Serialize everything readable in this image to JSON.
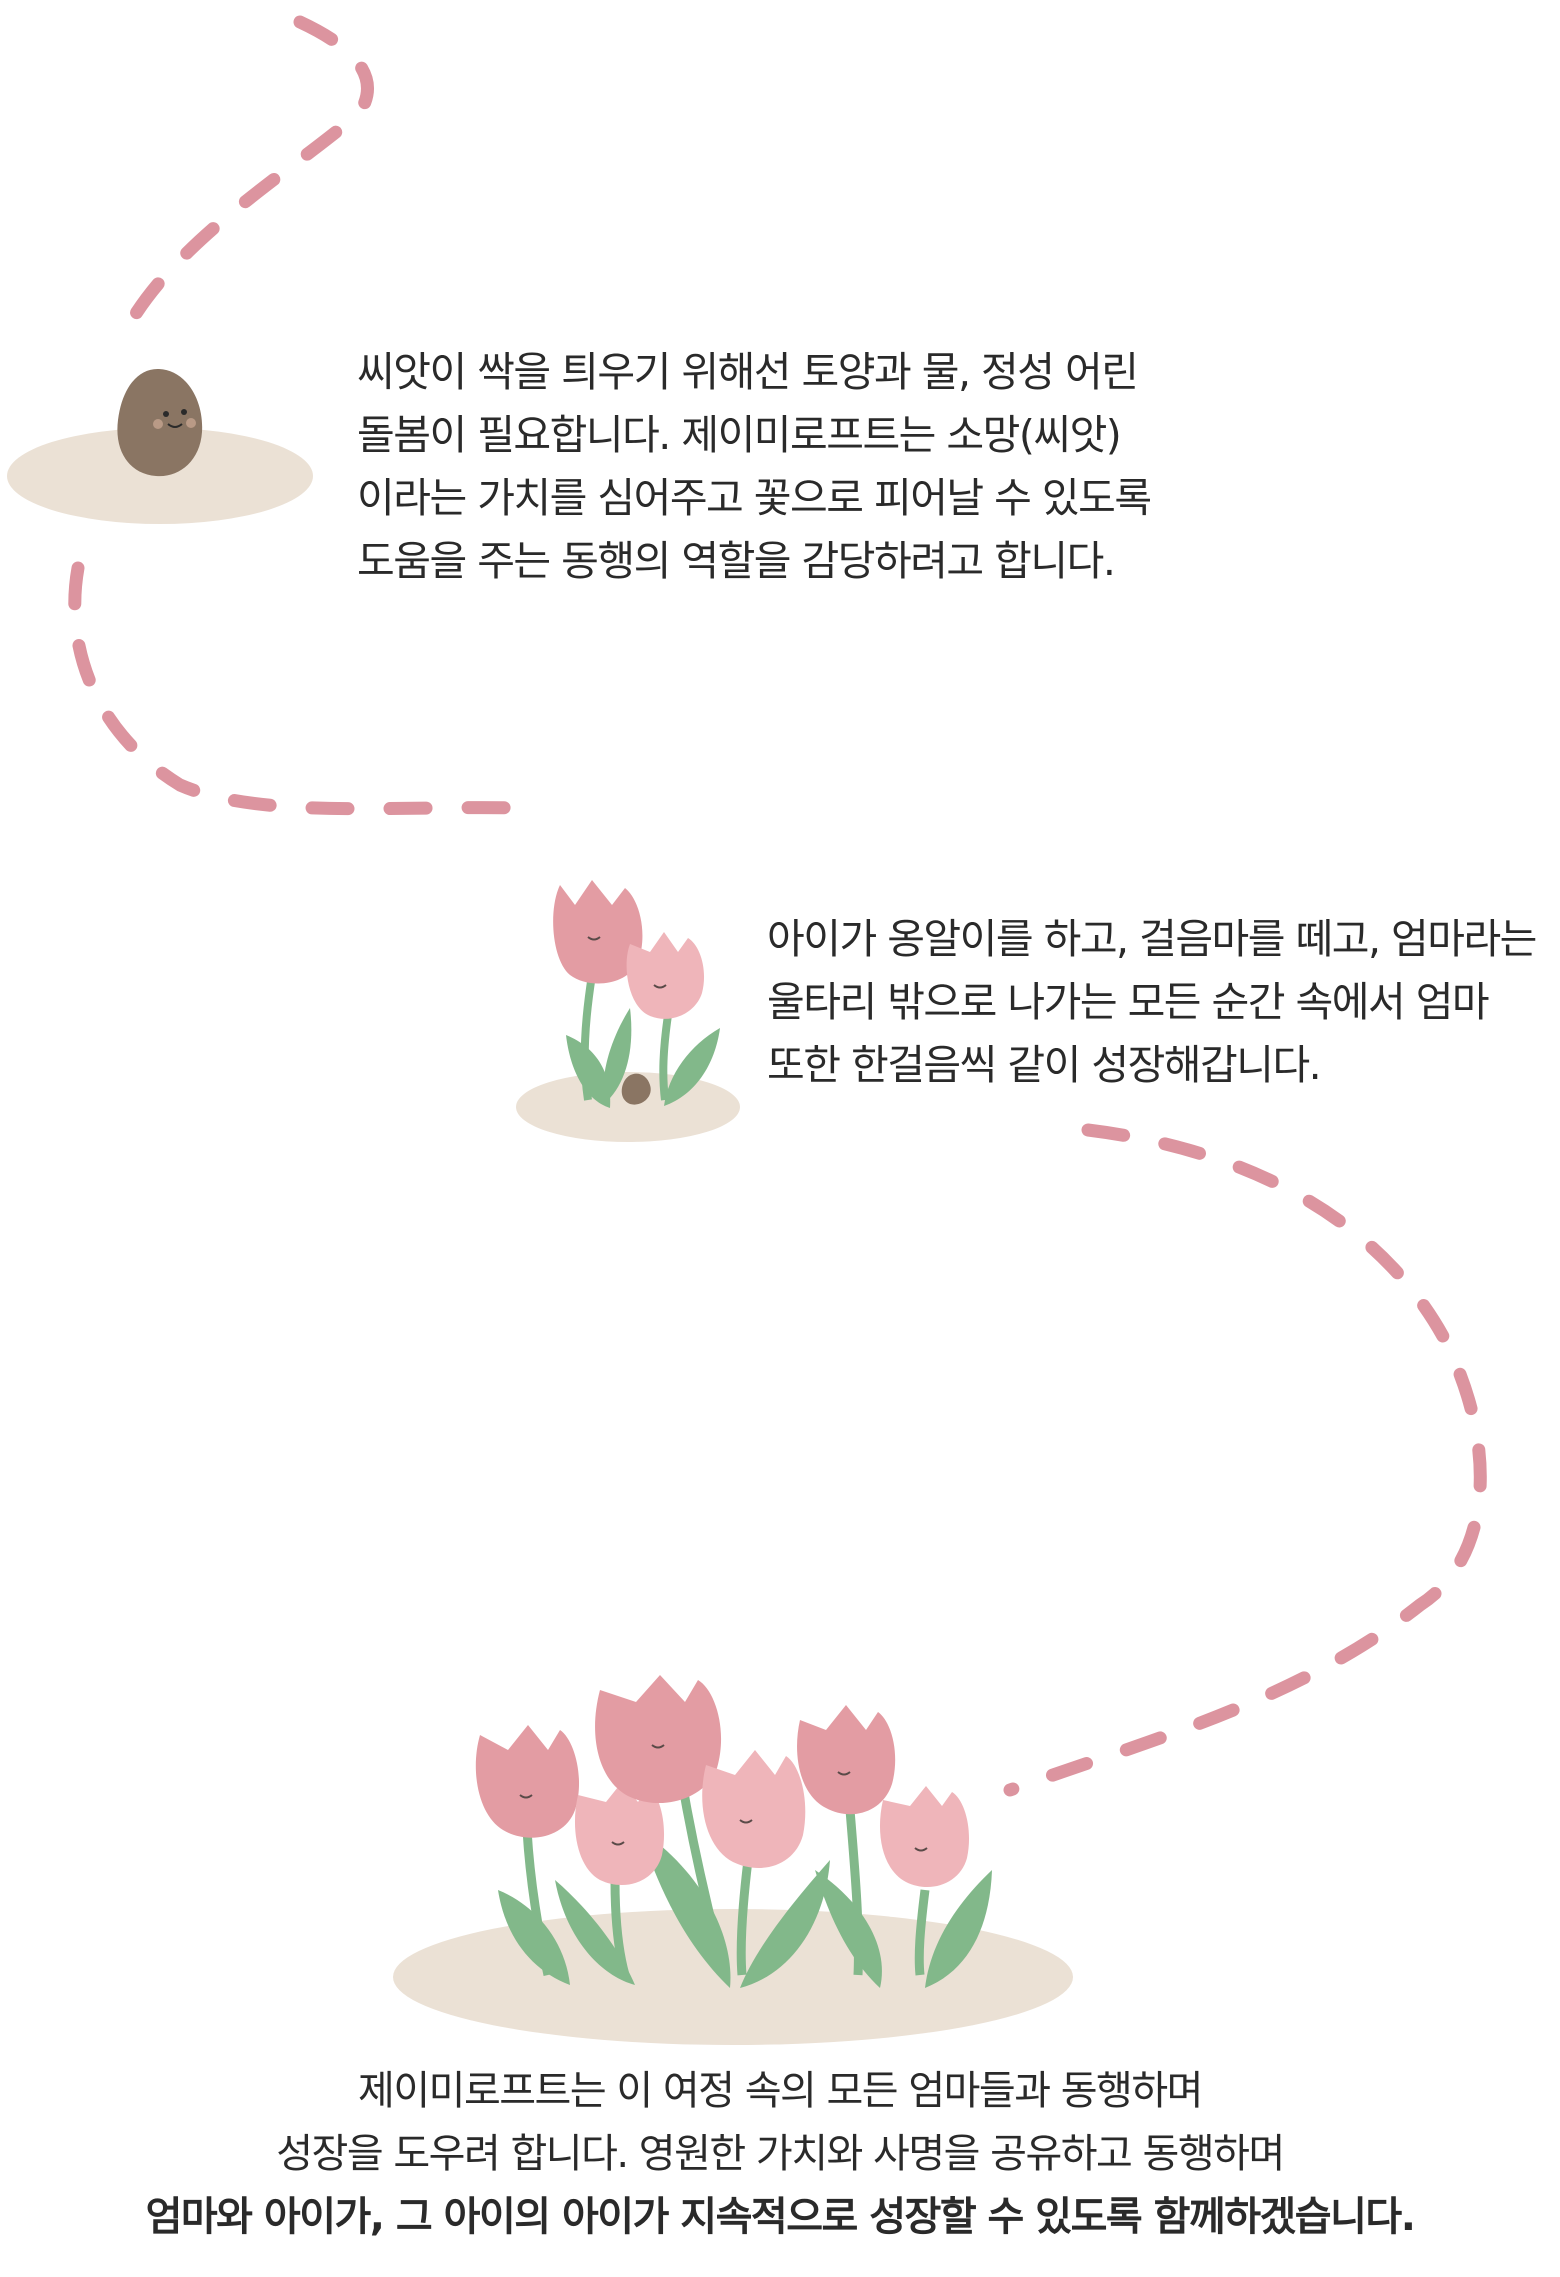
{
  "story": {
    "seed": {
      "lines": [
        "씨앗이 싹을 틔우기 위해선 토양과 물, 정성 어린",
        "돌봄이 필요합니다. 제이미로프트는 소망(씨앗)",
        "이라는 가치를 심어주고 꽃으로 피어날 수 있도록",
        "도움을 주는 동행의 역할을 감당하려고 합니다."
      ]
    },
    "sprout": {
      "lines": [
        "아이가 옹알이를 하고, 걸음마를 떼고, 엄마라는",
        "울타리 밖으로 나가는 모든 순간 속에서 엄마",
        "또한 한걸음씩 같이 성장해갑니다."
      ]
    },
    "garden": {
      "line1": "제이미로프트는 이 여정 속의 모든 엄마들과 동행하며",
      "line2": "성장을 도우려 합니다. 영원한 가치와 사명을 공유하고 동행하며",
      "line3": "엄마와 아이가, 그 아이의 아이가 지속적으로 성장할 수 있도록 함께하겠습니다."
    }
  },
  "colors": {
    "path": "#dc949f",
    "ground": "#ebe1d5",
    "seed": "#8a7563",
    "tulip_dark": "#e39ca3",
    "tulip_light": "#efb5ba",
    "stem": "#82b88a"
  },
  "icons": [
    "seed-icon",
    "sprout-tulips-icon",
    "tulip-garden-icon",
    "dashed-path"
  ]
}
